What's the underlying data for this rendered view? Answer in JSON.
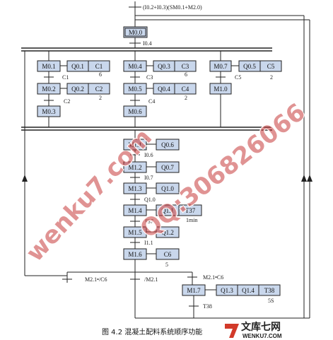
{
  "diagram": {
    "start_condition": "(I0.2+I0.3)(SM0.1+M2.0)",
    "caption": "图 4.2 混凝土配料系统顺序功能",
    "transitions": {
      "i04": "I0.4",
      "c1": "C1",
      "c2": "C2",
      "c3": "C3",
      "c4": "C4",
      "c5": "C5",
      "i06": "I0.6",
      "i07": "I0.7",
      "q10": "Q1.0",
      "t37": "T37",
      "i11": "I1.1",
      "m21c6": "M2.1•C6",
      "m21slashc6": "M2.1•/C6",
      "slashm21": "/M2.1",
      "t38": "T38"
    },
    "steps": {
      "m00": "M0.0",
      "m01": "M0.1",
      "m02": "M0.2",
      "m03": "M0.3",
      "m04": "M0.4",
      "m05": "M0.5",
      "m06": "M0.6",
      "m07": "M0.7",
      "m10": "M1.0",
      "m11": "M1.1",
      "m12": "M1.2",
      "m13": "M1.3",
      "m14": "M1.4",
      "m15": "M1.5",
      "m16": "M1.6",
      "m17": "M1.7"
    },
    "actions": {
      "m01_a": "Q0.1",
      "m01_b": "C1",
      "m01_b_note": "6",
      "m02_a": "Q0.2",
      "m02_b": "C2",
      "m02_b_note": "2",
      "m04_a": "Q0.3",
      "m04_b": "C3",
      "m04_b_note": "6",
      "m05_a": "Q0.4",
      "m05_b": "C4",
      "m05_b_note": "2",
      "m07_a": "Q0.5",
      "m07_b": "C5",
      "m07_b_note": "2",
      "m11_a": "Q0.6",
      "m12_a": "Q0.7",
      "m13_a": "Q1.0",
      "m14_a": "Q1.1",
      "m14_b": "T37",
      "m14_b_note": "1min",
      "m15_a": "Q1.2",
      "m16_a": "C6",
      "m16_a_note": "5",
      "m17_a": "Q1.3",
      "m17_b": "Q1.4",
      "m17_c": "T38",
      "m17_c_note": "5S"
    }
  },
  "watermark": {
    "left": "wenku7.com",
    "right": "QQ:306826066"
  },
  "brand": {
    "name": "文库七网",
    "url": "WENKU7.COM"
  }
}
